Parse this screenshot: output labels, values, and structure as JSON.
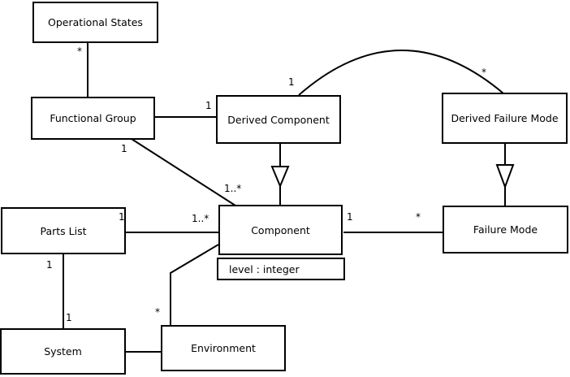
{
  "diagram": {
    "type": "uml-class-diagram",
    "colors": {
      "background": "#ffffff",
      "line": "#000000",
      "box_fill": "#ffffff",
      "text": "#000000"
    },
    "nodes": {
      "operational_states": {
        "label": "Operational States"
      },
      "functional_group": {
        "label": "Functional Group"
      },
      "derived_component": {
        "label": "Derived Component"
      },
      "derived_failure_mode": {
        "label": "Derived Failure Mode"
      },
      "parts_list": {
        "label": "Parts List"
      },
      "component": {
        "label": "Component",
        "attribute": "level : integer"
      },
      "failure_mode": {
        "label": "Failure Mode"
      },
      "system": {
        "label": "System"
      },
      "environment": {
        "label": "Environment"
      }
    },
    "edges": {
      "operational_states_functional_group": {
        "mult_near_operational_states": "*"
      },
      "functional_group_derived_component": {
        "mult_near_derived_component": "1"
      },
      "functional_group_component": {
        "mult_near_functional_group": "1",
        "mult_near_component": "1..*"
      },
      "derived_component_derived_failure_mode": {
        "mult_near_derived_component": "1",
        "mult_near_derived_failure_mode": "*"
      },
      "derived_component_component": {
        "kind": "generalization"
      },
      "derived_failure_mode_failure_mode": {
        "kind": "generalization"
      },
      "parts_list_component": {
        "mult_near_parts_list": "1",
        "mult_near_component": "1..*"
      },
      "component_failure_mode": {
        "mult_near_component": "1",
        "mult_near_failure_mode": "*"
      },
      "parts_list_system": {
        "mult_near_parts_list": "1",
        "mult_near_system": "1"
      },
      "system_environment": {},
      "environment_component": {
        "mult_near_environment": "*"
      }
    }
  }
}
